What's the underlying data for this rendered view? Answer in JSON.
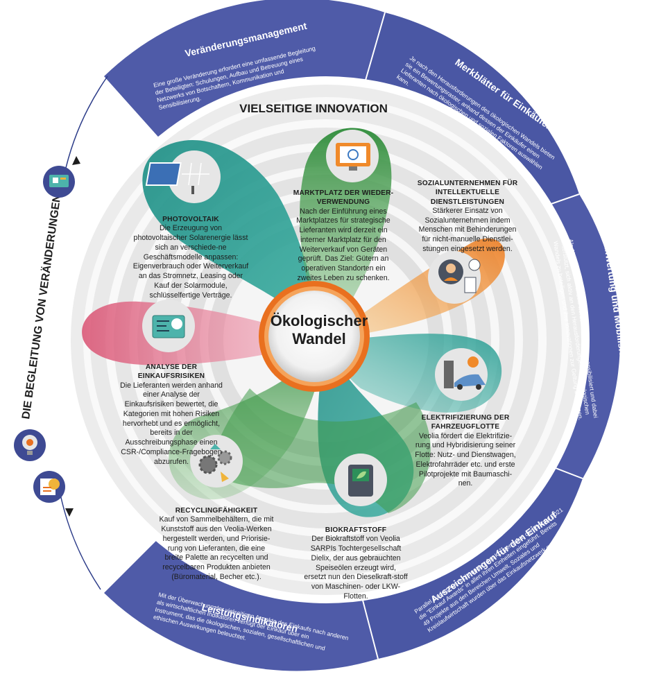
{
  "colors": {
    "band": "#4f5ba8",
    "band_dark": "#3e4a93",
    "teal": "#2a9a90",
    "green": "#3b9a3a",
    "orange": "#e8892a",
    "pink": "#d9577a",
    "center_ring": "#e9701f"
  },
  "title_ring": "VIELSEITIGE INNOVATION",
  "left_arc_label": "DIE BEGLEITUNG VON VERÄNDERUNGEN",
  "center": {
    "line1": "Ökologischer",
    "line2": "Wandel"
  },
  "outer": [
    {
      "title": "Veränderungsmanagement",
      "text": "Eine große Veränderung erfordert eine umfassende Begleitung der Beteiligten: Schulungen, Aufbau und Betreuung eines Netzwerks von Botschaftern, Kommunikation und Sensibilisierung."
    },
    {
      "title": "Merkblätter für Einkäufer",
      "text": "Je nach den Herausforderungen des ökologischen Wandels bieten sie ein Bewertungsraster, anhand dessen der Einkäufer einen Lieferanten nach ökologischen und sozialen Faktoren auswählen kann."
    },
    {
      "title": "Aufwertung und Mobilisierung der Lieferanten",
      "text": "Als Akteure des Wandels werden Lieferanten sensibilisiert und dabei unterstützt, sich aktiv an den Herausforderungen des ökologischen Wandels zu beteiligen und ihre Innovationen zur Geltung zu bringen."
    },
    {
      "title": "Auszeichnungen für den Einkauf",
      "text": "Parallel zu den Auszeichnungen des Konzerns hat der Einkauf 2021 die \"Einkauf Awards\" in allen ihren Einheiten eingeführt. Bereits 49 Projekte aus den Bereichen Umwelt, Soziales und Kreislaufwirtschaft wurden über das Einkaufsnetzwerk geteilt."
    },
    {
      "title": "Leistungsindikatoren",
      "text": "Mit der Überwachung der vielseitigen Aspekte des Einkaufs nach anderen als wirtschaftlichen Indikatoren verfügt der Einkauf über ein Instrument, das die ökologischen, sozialen, gesellschaftlichen und ethischen Auswirkungen beleuchtet."
    }
  ],
  "petals": {
    "photovoltaik": {
      "title": "PHOTOVOLTAIK",
      "text": "Die Erzeugung von photovoltaischer Solarenergie lässt sich an verschiede-ne Geschäftsmodelle anpassen: Eigenverbrauch oder Weiterverkauf an das Stromnetz, Leasing oder Kauf der Solarmodule, schlüsselfertige Verträge."
    },
    "marktplatz": {
      "title": "MARKTPLATZ DER WIEDER-VERWENDUNG",
      "text": "Nach der Einführung eines Marktplatzes für strategische Lieferanten wird derzeit ein interner Marktplatz für den Weiterverkauf von Geräten geprüft. Das Ziel: Gütern an operativen Standorten ein zweites Leben zu schenken."
    },
    "sozial": {
      "title": "SOZIALUNTERNEHMEN FÜR INTELLEKTUELLE DIENSTLEISTUNGEN",
      "text": "Stärkerer Einsatz von Sozialunternehmen indem Menschen mit Behinderungen für nicht-manuelle Dienstlei-stungen eingesetzt werden."
    },
    "analyse": {
      "title": "ANALYSE DER EINKAUFSRISIKEN",
      "text": "Die Lieferanten werden anhand einer Analyse der Einkaufsrisiken bewertet, die Kategorien mit hohen Risiken hervorhebt und es ermöglicht, bereits in der Ausschreibungsphase einen CSR-/Compliance-Fragebogen abzurufen."
    },
    "elektro": {
      "title": "ELEKTRIFIZIERUNG DER FAHRZEUGFLOTTE",
      "text": "Veolia fördert die Elektrifizie-rung und Hybridisierung seiner Flotte: Nutz- und Dienstwagen, Elektrofahrräder etc. und erste Pilotprojekte mit Baumaschi-nen."
    },
    "recycling": {
      "title": "RECYCLINGFÄHIGKEIT",
      "text": "Kauf von Sammelbehältern, die mit Kunststoff aus den Veolia-Werken hergestellt werden, und Priorisie-rung von Lieferanten, die eine breite Palette an recycelten und recycelbaren Produkten anbieten (Büromaterial, Becher etc.)."
    },
    "biokraft": {
      "title": "BIOKRAFTSTOFF",
      "text": "Der Biokraftstoff von Veolia SARPIs Tochtergesellschaft Dielix, der aus gebrauchten Speiseölen erzeugt wird, ersetzt nun den Dieselkraft-stoff von Maschinen- oder LKW-Flotten."
    }
  },
  "icons": [
    "solar-panel-icon",
    "monitor-icon",
    "person-document-icon",
    "world-map-icon",
    "ev-charging-icon",
    "recycle-gears-icon",
    "fuel-pump-icon",
    "lightbulb-icon",
    "certificate-icon",
    "dashboard-icon"
  ]
}
